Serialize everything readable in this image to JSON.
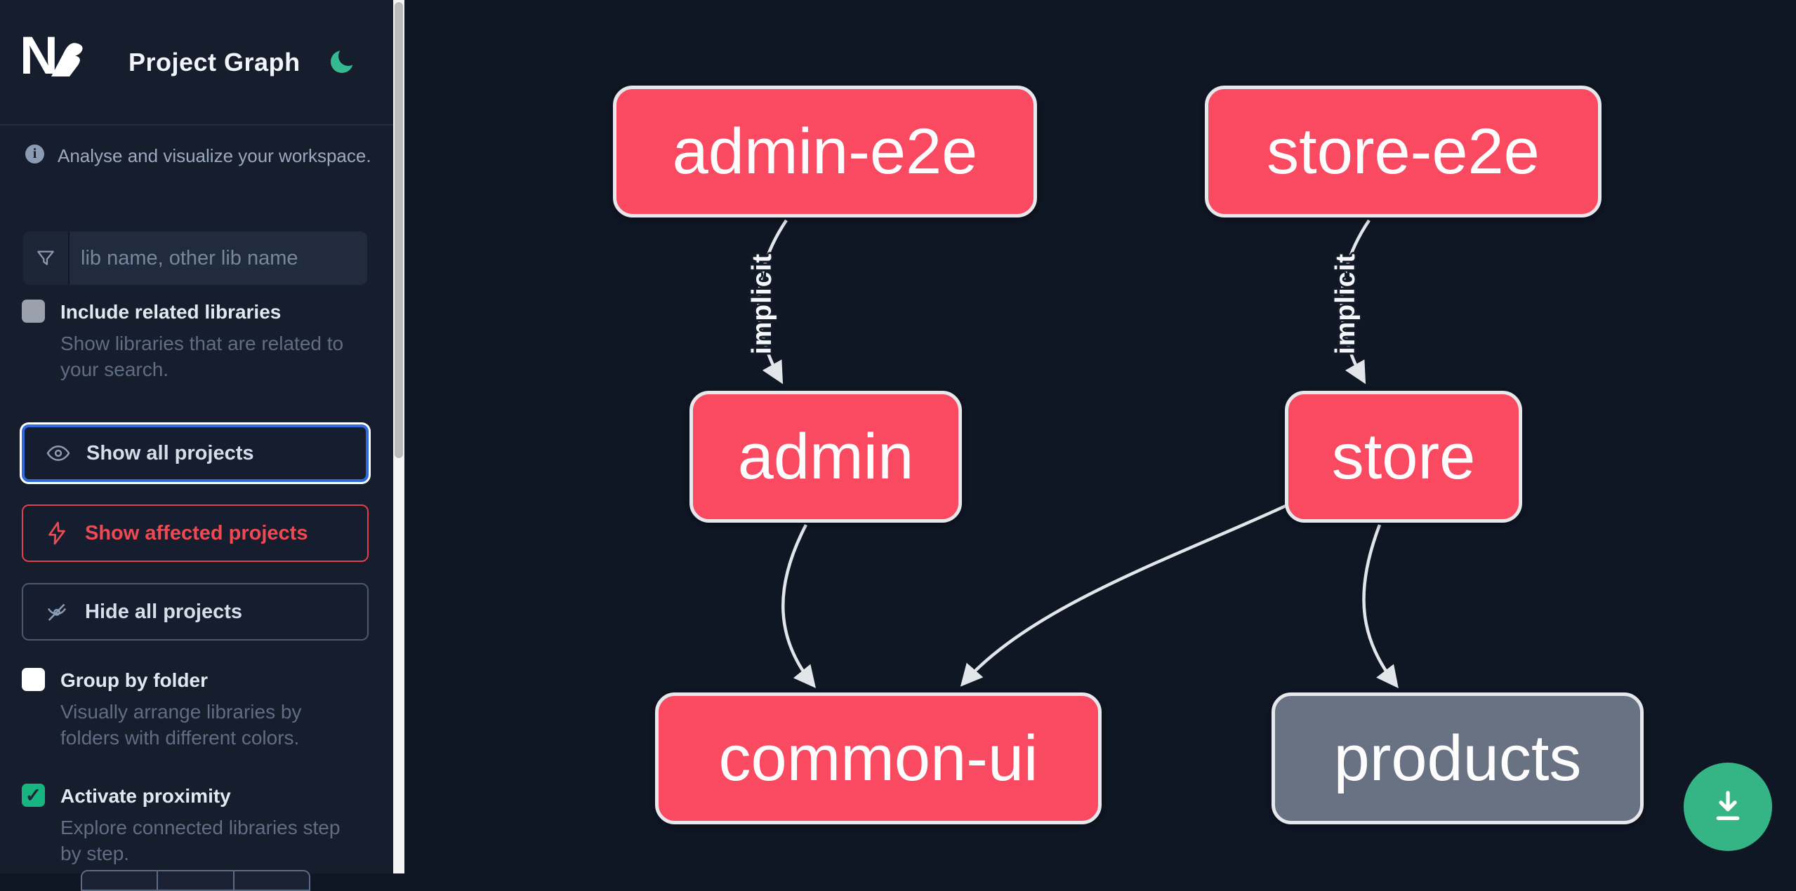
{
  "header": {
    "logo_text": "N",
    "title": "Project Graph"
  },
  "sidebar": {
    "tagline": "Analyse and visualize your workspace.",
    "search_placeholder": "lib name, other lib name",
    "toggle_related": {
      "label": "Include related libraries",
      "description": "Show libraries that are related to your search.",
      "checked": false
    },
    "buttons": {
      "show_all": "Show all projects",
      "show_affected": "Show affected projects",
      "hide_all": "Hide all projects"
    },
    "toggle_group": {
      "label": "Group by folder",
      "description": "Visually arrange libraries by folders with different colors.",
      "checked": false
    },
    "toggle_proximity": {
      "label": "Activate proximity",
      "description": "Explore connected libraries step by step.",
      "checked": true,
      "check_glyph": "✓"
    }
  },
  "graph": {
    "nodes": [
      {
        "id": "admin-e2e",
        "label": "admin-e2e",
        "type": "affected"
      },
      {
        "id": "store-e2e",
        "label": "store-e2e",
        "type": "affected"
      },
      {
        "id": "admin",
        "label": "admin",
        "type": "affected"
      },
      {
        "id": "store",
        "label": "store",
        "type": "affected"
      },
      {
        "id": "common-ui",
        "label": "common-ui",
        "type": "affected"
      },
      {
        "id": "products",
        "label": "products",
        "type": "normal"
      }
    ],
    "edges": [
      {
        "from": "admin-e2e",
        "to": "admin",
        "label": "implicit"
      },
      {
        "from": "store-e2e",
        "to": "store",
        "label": "implicit"
      },
      {
        "from": "admin",
        "to": "common-ui",
        "label": ""
      },
      {
        "from": "store",
        "to": "common-ui",
        "label": ""
      },
      {
        "from": "store",
        "to": "products",
        "label": ""
      }
    ]
  },
  "colors": {
    "node_affected": "#fa4a62",
    "node_normal": "#697283",
    "node_border": "#e6e8ec",
    "edge": "#e2e5ea",
    "accent_green": "#35b585",
    "focus_blue": "#2f6bdd",
    "affected_red": "#ef4a52",
    "sidebar_bg": "#161d2c",
    "canvas_bg": "#0f1624"
  }
}
